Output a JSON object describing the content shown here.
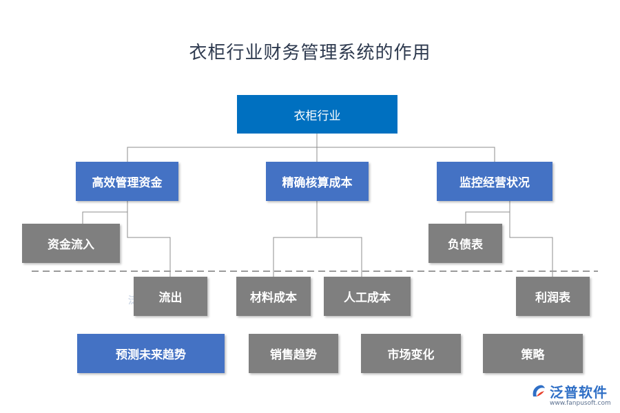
{
  "title": "衣柜行业财务管理系统的作用",
  "root": "衣柜行业",
  "level1": {
    "left": "高效管理资金",
    "middle": "精确核算成本",
    "right": "监控经营状况"
  },
  "level2": {
    "cash_in": "资金流入",
    "cash_out": "流出",
    "material_cost": "材料成本",
    "labor_cost": "人工成本",
    "liabilities": "负债表",
    "profit": "利润表"
  },
  "bottom_row": [
    "预测未来趋势",
    "销售趋势",
    "市场变化",
    "策略"
  ],
  "logo": {
    "name": "泛普软件",
    "url": "www.fanpusoft.com"
  },
  "colors": {
    "root": "#0070c0",
    "blue": "#4472c4",
    "gray": "#7f7f7f",
    "line": "#888888"
  }
}
